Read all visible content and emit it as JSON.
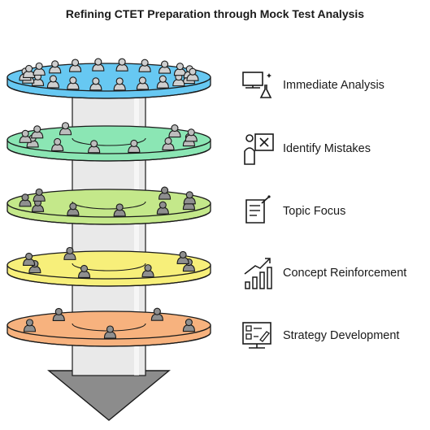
{
  "title": "Refining CTET Preparation through Mock Test Analysis",
  "stages": [
    {
      "label": "Immediate Analysis",
      "icon": "computer-lab-icon",
      "disk_color": "#67c8f2",
      "people": 22
    },
    {
      "label": "Identify Mistakes",
      "icon": "person-x-icon",
      "disk_color": "#8be6b4",
      "people": 13
    },
    {
      "label": "Topic Focus",
      "icon": "document-icon",
      "disk_color": "#c4e88a",
      "people": 11
    },
    {
      "label": "Concept Reinforcement",
      "icon": "bar-chart-growth-icon",
      "disk_color": "#f7ef7a",
      "people": 8
    },
    {
      "label": "Strategy Development",
      "icon": "dashboard-icon",
      "disk_color": "#f7b27e",
      "people": 5
    }
  ]
}
